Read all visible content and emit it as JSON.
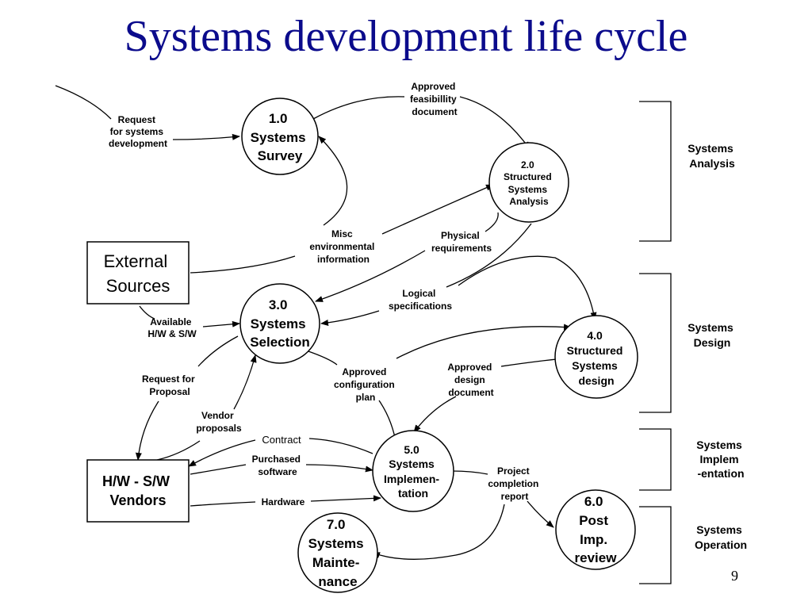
{
  "title": "Systems development life cycle",
  "page_number": "9",
  "processes": {
    "p1": [
      "1.0",
      "Systems",
      "Survey"
    ],
    "p2": [
      "2.0",
      "Structured",
      "Systems",
      "Analysis"
    ],
    "p3": [
      "3.0",
      "Systems",
      "Selection"
    ],
    "p4": [
      "4.0",
      "Structured",
      "Systems",
      "design"
    ],
    "p5": [
      "5.0",
      "Systems",
      "Implemen-",
      "tation"
    ],
    "p6": [
      "6.0",
      "Post",
      "Imp.",
      "review"
    ],
    "p7": [
      "7.0",
      "Systems",
      "Mainte-",
      "nance"
    ]
  },
  "entities": {
    "external_sources": [
      "External",
      "Sources"
    ],
    "vendors": [
      "H/W - S/W",
      "Vendors"
    ]
  },
  "flows": {
    "request_systems_dev": [
      "Request",
      "for systems",
      "development"
    ],
    "approved_feasibility": [
      "Approved",
      "feasibillity",
      "document"
    ],
    "misc_env": [
      "Misc",
      "environmental",
      "information"
    ],
    "physical_req": [
      "Physical",
      "requirements"
    ],
    "logical_spec": [
      "Logical",
      "specifications"
    ],
    "available_hw_sw": [
      "Available",
      "H/W & S/W"
    ],
    "approved_config": [
      "Approved",
      "configuration",
      "plan"
    ],
    "approved_design": [
      "Approved",
      "design",
      "document"
    ],
    "request_proposal": [
      "Request for",
      "Proposal"
    ],
    "vendor_proposals": [
      "Vendor",
      "proposals"
    ],
    "contract": "Contract",
    "purchased_software": [
      "Purchased",
      "software"
    ],
    "hardware": "Hardware",
    "project_completion": [
      "Project",
      "completion",
      "report"
    ]
  },
  "phases": {
    "analysis": [
      "Systems",
      "Analysis"
    ],
    "design": [
      "Systems",
      "Design"
    ],
    "implementation": [
      "Systems",
      "Implem",
      "-entation"
    ],
    "operation": [
      "Systems",
      "Operation"
    ]
  }
}
